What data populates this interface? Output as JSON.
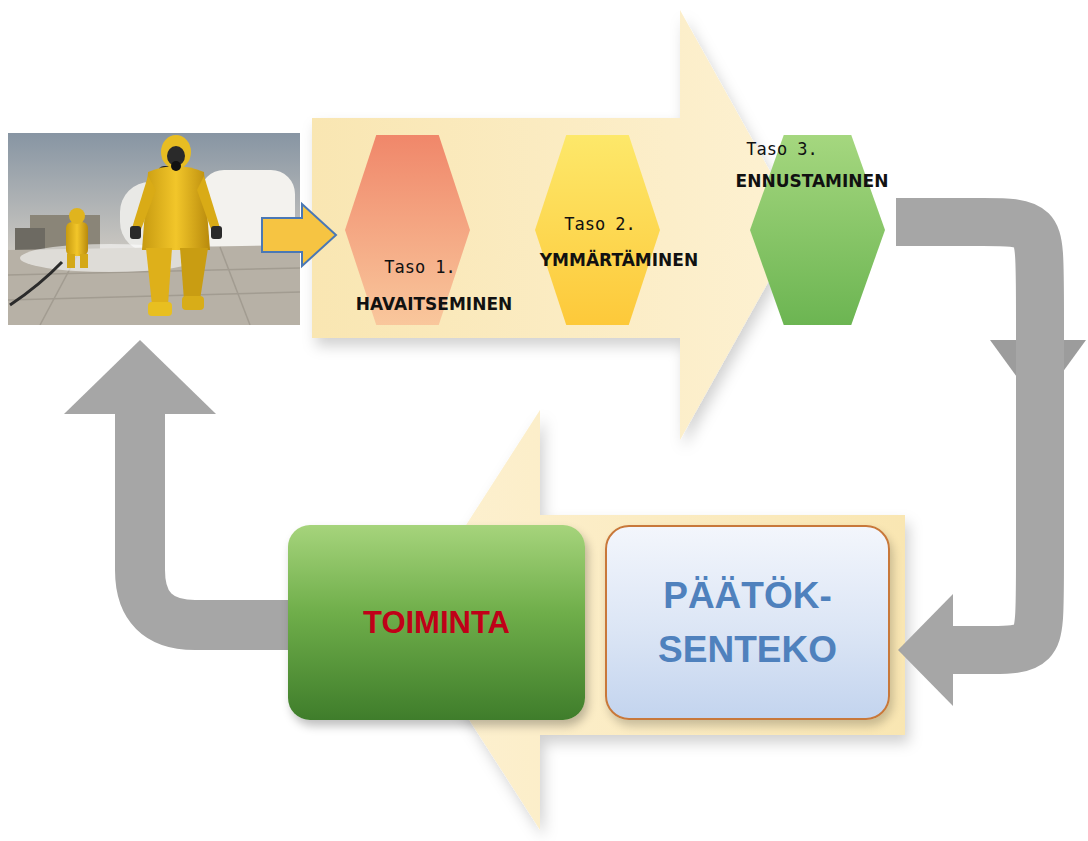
{
  "diagram": {
    "nodes": [
      {
        "text": [
          "Taso 1.",
          "HAVAITSEMINEN"
        ]
      },
      {
        "text": [
          "Taso 2.",
          "YMMÄRTÄMINEN"
        ]
      },
      {
        "text": [
          "Taso 3.",
          "ENNUSTAMINEN"
        ]
      },
      {
        "text": [
          "TOIMINTA"
        ]
      },
      {
        "text": [
          "PÄÄTÖK- SENTEKO"
        ]
      }
    ],
    "edges": [
      {
        "from": 2,
        "to": 4,
        "arrow": "to"
      }
    ]
  }
}
